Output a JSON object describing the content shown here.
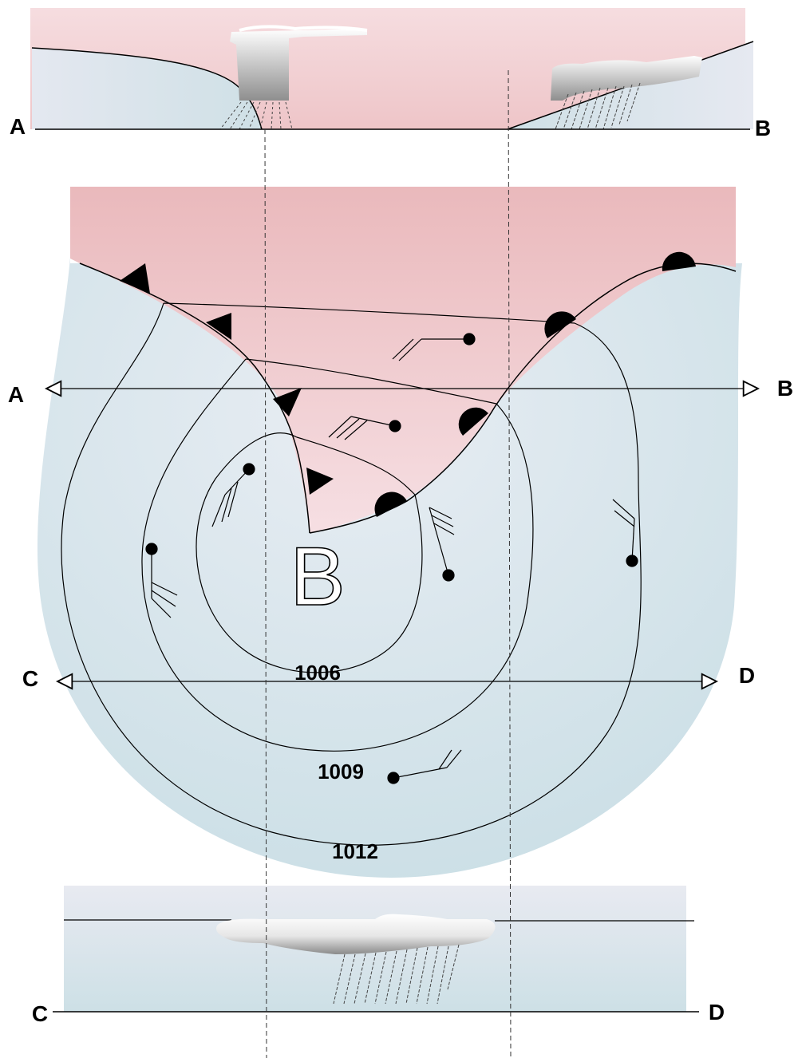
{
  "section_top": {
    "left_label": "A",
    "right_label": "B"
  },
  "map": {
    "low_label": "B",
    "section_ab": {
      "left_label": "A",
      "right_label": "B"
    },
    "section_cd": {
      "left_label": "C",
      "right_label": "D"
    },
    "isobars": [
      "1006",
      "1009",
      "1012"
    ]
  },
  "section_bottom": {
    "left_label": "C",
    "right_label": "D"
  },
  "colors": {
    "warm_air": "#f0c8c8",
    "cold_air": "#d4e4ea",
    "front": "#000000",
    "guide_line": "#333333"
  }
}
